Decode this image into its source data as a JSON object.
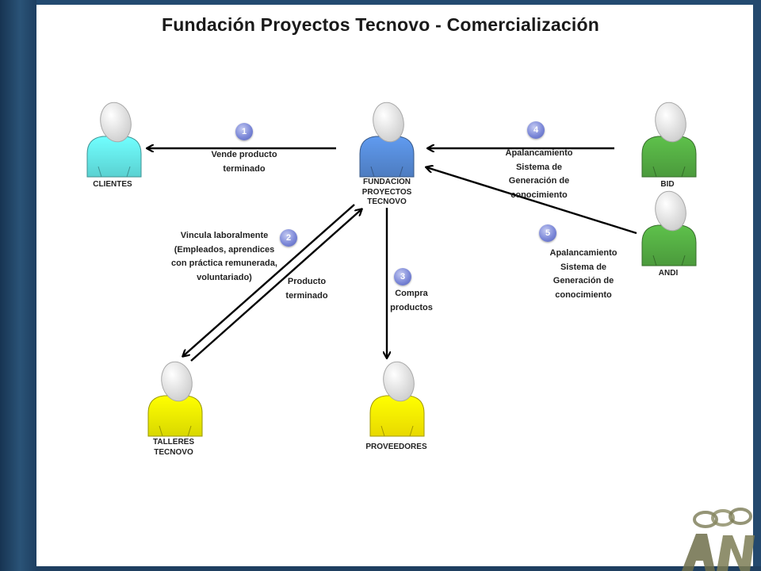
{
  "title": "Fundación Proyectos Tecnovo - Comercialización",
  "colors": {
    "clientes": "#5ad1d1",
    "fundacion": "#4d7cc0",
    "bid": "#4b9a3c",
    "talleres": "#d9d800",
    "proveedores": "#e8d900",
    "badge": "#7c88d8",
    "arrow": "#000000"
  },
  "nodes": {
    "clientes": {
      "label": [
        "CLIENTES"
      ]
    },
    "fundacion": {
      "label": [
        "FUNDACION",
        "PROYECTOS",
        "TECNOVO"
      ]
    },
    "bid": {
      "label": [
        "BID"
      ]
    },
    "andi": {
      "label": [
        "ANDI"
      ]
    },
    "talleres": {
      "label": [
        "TALLERES",
        "TECNOVO"
      ]
    },
    "proveedores": {
      "label": [
        "PROVEEDORES"
      ]
    }
  },
  "edges": {
    "e1": {
      "number": "1",
      "label": [
        "Vende producto",
        "terminado"
      ]
    },
    "e2": {
      "number": "2",
      "label": [
        "Vincula laboralmente",
        "(Empleados, aprendices",
        "con práctica remunerada,",
        "voluntariado)"
      ]
    },
    "e2b": {
      "label": [
        "Producto",
        "terminado"
      ]
    },
    "e3": {
      "number": "3",
      "label": [
        "Compra",
        "productos"
      ]
    },
    "e4": {
      "number": "4",
      "label": [
        "Apalancamiento",
        "Sistema de",
        "Generación de",
        "conocimiento"
      ]
    },
    "e5": {
      "number": "5",
      "label": [
        "Apalancamiento",
        "Sistema de",
        "Generación de",
        "conocimiento"
      ]
    }
  },
  "icons": {
    "person": "person-icon",
    "logo": "andi-logo-icon"
  }
}
